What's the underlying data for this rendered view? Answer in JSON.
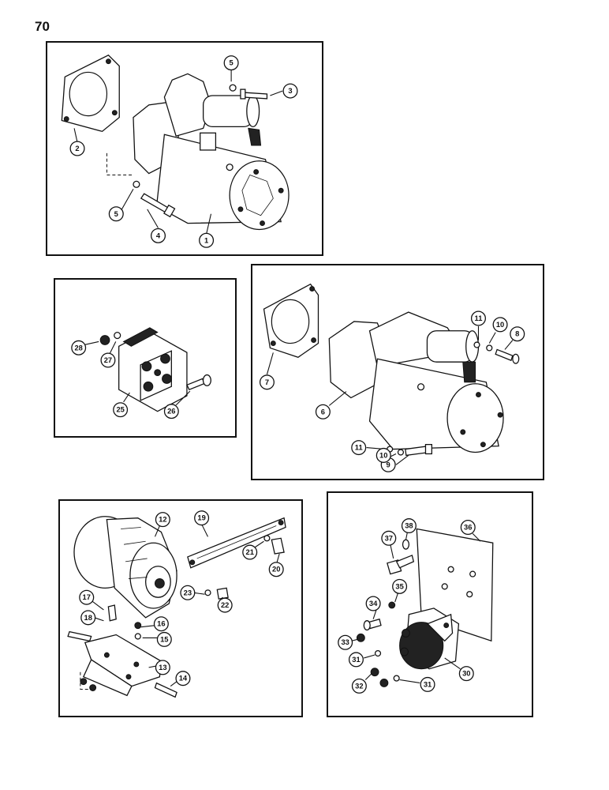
{
  "page_number": "70",
  "panels": {
    "starter_a": {
      "callouts": [
        "1",
        "2",
        "3",
        "4",
        "5",
        "5"
      ]
    },
    "relay": {
      "callouts": [
        "25",
        "26",
        "27",
        "28"
      ]
    },
    "starter_b": {
      "callouts": [
        "6",
        "7",
        "8",
        "9",
        "10",
        "10",
        "11",
        "11"
      ]
    },
    "alternator": {
      "callouts": [
        "12",
        "13",
        "14",
        "15",
        "16",
        "17",
        "18",
        "19",
        "20",
        "21",
        "22",
        "23"
      ]
    },
    "solenoid": {
      "callouts": [
        "30",
        "31",
        "31",
        "32",
        "33",
        "34",
        "35",
        "36",
        "37",
        "38"
      ]
    }
  }
}
